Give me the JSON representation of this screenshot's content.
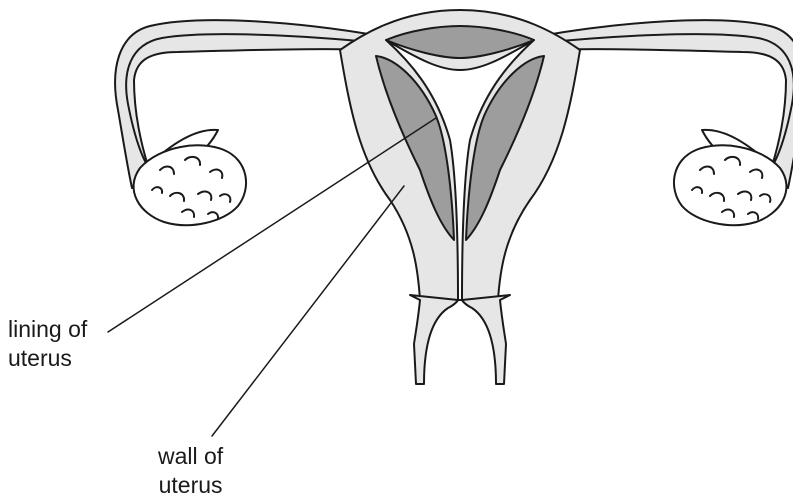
{
  "labels": {
    "lining": {
      "line1": "lining of",
      "line2": "uterus"
    },
    "wall": {
      "line1": "wall of",
      "line2": "uterus"
    }
  },
  "colors": {
    "outline": "#1a1a1a",
    "wall_fill": "#e6e6e6",
    "lining_fill": "#9d9d9d",
    "ovary_fill": "#ffffff",
    "background": "#ffffff"
  }
}
